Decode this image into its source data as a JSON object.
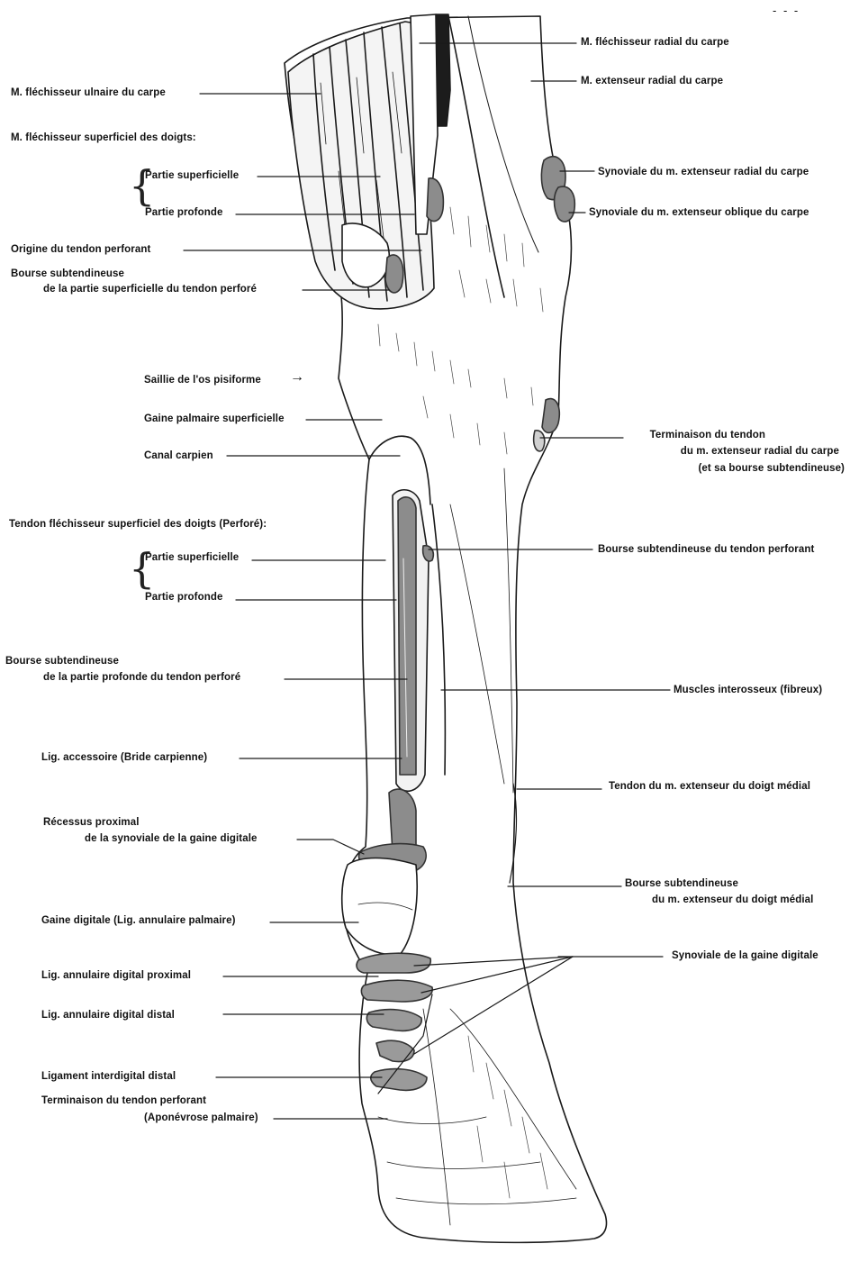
{
  "labels": {
    "flechisseur_radial": "M. fléchisseur radial du carpe",
    "extenseur_radial": "M. extenseur radial du carpe",
    "flechisseur_ulnaire": "M. fléchisseur ulnaire du carpe",
    "flechisseur_superficiel": "M. fléchisseur superficiel des doigts:",
    "partie_superficielle_1": "Partie superficielle",
    "partie_profonde_1": "Partie profonde",
    "synoviale_ext_radial": "Synoviale du m. extenseur radial du carpe",
    "synoviale_ext_oblique": "Synoviale du m. extenseur oblique du carpe",
    "origine_tendon_perforant": "Origine du tendon perforant",
    "bourse_superficielle_l1": "Bourse subtendineuse",
    "bourse_superficielle_l2": "de la partie superficielle du tendon perforé",
    "saillie_pisiforme": "Saillie de l'os pisiforme",
    "gaine_palmaire": "Gaine palmaire superficielle",
    "canal_carpien": "Canal carpien",
    "terminaison_ext_radial_l1": "Terminaison du tendon",
    "terminaison_ext_radial_l2": "du m. extenseur radial du carpe",
    "terminaison_ext_radial_l3": "(et sa bourse subtendineuse)",
    "tendon_flechisseur_sup": "Tendon fléchisseur superficiel des doigts (Perforé):",
    "partie_superficielle_2": "Partie superficielle",
    "partie_profonde_2": "Partie profonde",
    "bourse_tendon_perforant": "Bourse subtendineuse du tendon perforant",
    "bourse_profonde_l1": "Bourse subtendineuse",
    "bourse_profonde_l2": "de la partie profonde du tendon perforé",
    "muscles_interosseux": "Muscles interosseux (fibreux)",
    "lig_accessoire": "Lig. accessoire (Bride carpienne)",
    "tendon_ext_doigt_medial": "Tendon du m. extenseur du doigt médial",
    "recessus_l1": "Récessus proximal",
    "recessus_l2": "de la synoviale de la gaine digitale",
    "bourse_ext_doigt_l1": "Bourse subtendineuse",
    "bourse_ext_doigt_l2": "du m. extenseur du doigt médial",
    "gaine_digitale": "Gaine digitale (Lig. annulaire palmaire)",
    "lig_annulaire_proximal": "Lig. annulaire digital proximal",
    "synoviale_gaine_digitale": "Synoviale de la gaine digitale",
    "lig_annulaire_distal": "Lig. annulaire digital distal",
    "ligament_interdigital": "Ligament interdigital distal",
    "terminaison_perforant_l1": "Terminaison du tendon perforant",
    "terminaison_perforant_l2": "(Aponévrose palmaire)",
    "arrow_symbol": "→",
    "corner_mark": "- - -"
  },
  "colors": {
    "ink": "#111111",
    "synovial_fill": "#8c8c8c",
    "synovial_dark": "#555555",
    "paper": "#ffffff"
  }
}
